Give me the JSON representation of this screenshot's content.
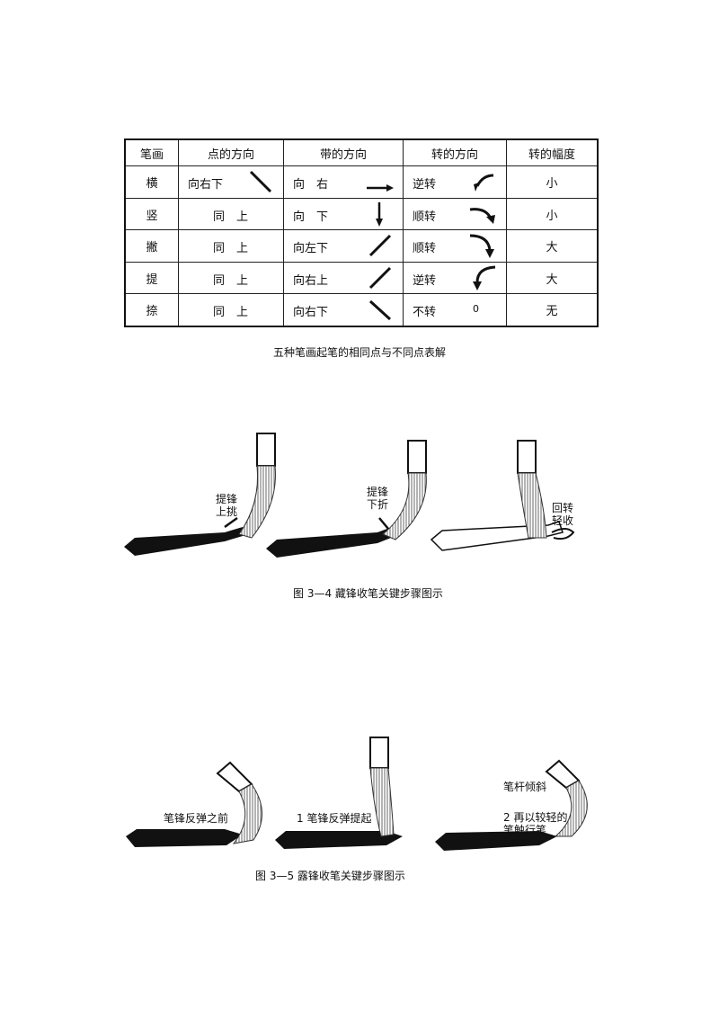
{
  "table": {
    "headers": [
      "笔画",
      "点的方向",
      "带的方向",
      "转的方向",
      "转的幅度"
    ],
    "rows": [
      {
        "stroke": "横",
        "dot": "向右下",
        "band": "向　右",
        "turn": "逆转",
        "amp": "小"
      },
      {
        "stroke": "竖",
        "dot": "同　上",
        "band": "向　下",
        "turn": "顺转",
        "amp": "小"
      },
      {
        "stroke": "撇",
        "dot": "同　上",
        "band": "向左下",
        "turn": "顺转",
        "amp": "大"
      },
      {
        "stroke": "提",
        "dot": "同　上",
        "band": "向右上",
        "turn": "逆转",
        "amp": "大"
      },
      {
        "stroke": "捺",
        "dot": "同　上",
        "band": "向右下",
        "turn": "不转",
        "amp": "无"
      }
    ],
    "no_turn_value": "0"
  },
  "captions": {
    "table": "五种笔画起笔的相同点与不同点表解",
    "fig34": "图 3—4 藏锋收笔关键步骤图示",
    "fig35": "图 3—5 露锋收笔关键步骤图示"
  },
  "fig34": {
    "step1": "提锋\n上挑",
    "step2": "提锋\n下折",
    "step3": "回转\n轻收"
  },
  "fig35": {
    "step1": "笔锋反弹之前",
    "step2": "1 笔锋反弹提起",
    "step3a": "笔杆倾斜",
    "step3b": "2 再以较轻的\n笔触行笔"
  },
  "colors": {
    "ink": "#111111",
    "paper": "#ffffff"
  }
}
